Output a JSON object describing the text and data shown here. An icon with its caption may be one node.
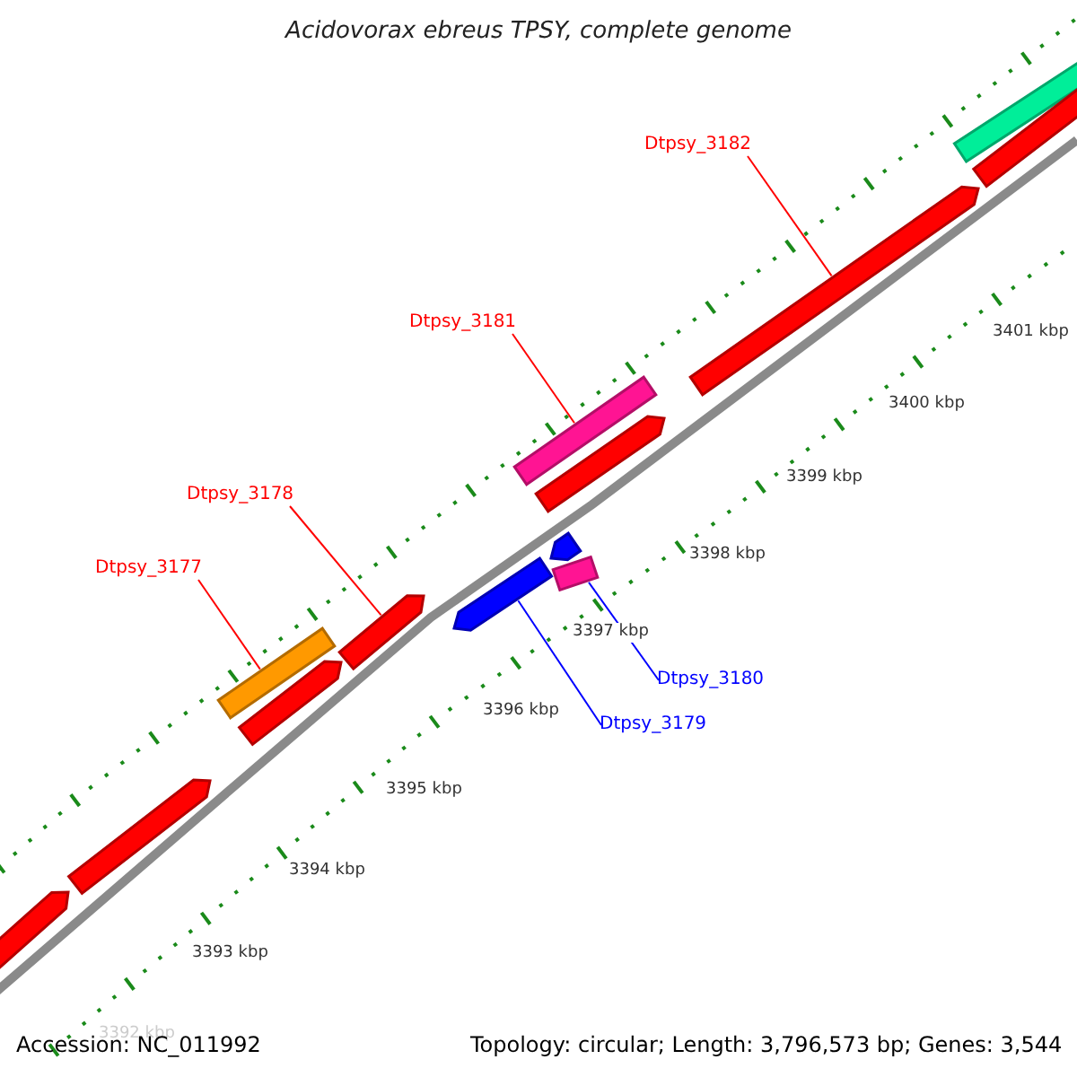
{
  "diagram": {
    "title": "Acidovorax ebreus TPSY, complete genome",
    "nodes": [
      {
        "text": [
          "Dtpsy_3182"
        ]
      },
      {
        "text": [
          "Dtpsy_3181"
        ]
      },
      {
        "text": [
          "Dtpsy_3178"
        ]
      },
      {
        "text": [
          "Dtpsy_3177"
        ]
      },
      {
        "text": [
          "Dtpsy_3180"
        ]
      },
      {
        "text": [
          "Dtpsy_3179"
        ]
      },
      {
        "text": [],
        "shape": "bar"
      },
      {
        "text": [],
        "shape": "bar"
      },
      {
        "text": [],
        "shape": "bar"
      },
      {
        "text": [],
        "shape": "bar"
      },
      {
        "text": [],
        "shape": "bar"
      },
      {
        "text": [],
        "shape": "bar"
      },
      {
        "text": [],
        "shape": "bar"
      },
      {
        "text": [],
        "shape": "bar"
      },
      {
        "text": [],
        "shape": "bar"
      },
      {
        "text": [],
        "shape": "bar"
      },
      {
        "text": [],
        "shape": "bar"
      },
      {
        "text": [],
        "shape": "bar"
      },
      {
        "text": [],
        "shape": "bar"
      }
    ],
    "edges": [
      {
        "from": 0,
        "to": 16,
        "arrow": "none"
      },
      {
        "from": 1,
        "to": 12,
        "arrow": "none"
      },
      {
        "from": 2,
        "to": 10,
        "arrow": "none"
      },
      {
        "from": 3,
        "to": 8,
        "arrow": "none"
      },
      {
        "from": 4,
        "to": 15,
        "arrow": "none",
        "color": "#0000ff"
      },
      {
        "from": 5,
        "to": 11,
        "arrow": "none",
        "color": "#0000ff"
      }
    ],
    "labels": [
      "3401 kbp",
      "3400 kbp",
      "3399 kbp",
      "3398 kbp",
      "3397 kbp",
      "3396 kbp",
      "3395 kbp",
      "3394 kbp",
      "3393 kbp",
      "3392 kbp",
      "Accession: NC_011992",
      "Topology: circular; Length: 3,796,573 bp; Genes: 3,544"
    ]
  }
}
